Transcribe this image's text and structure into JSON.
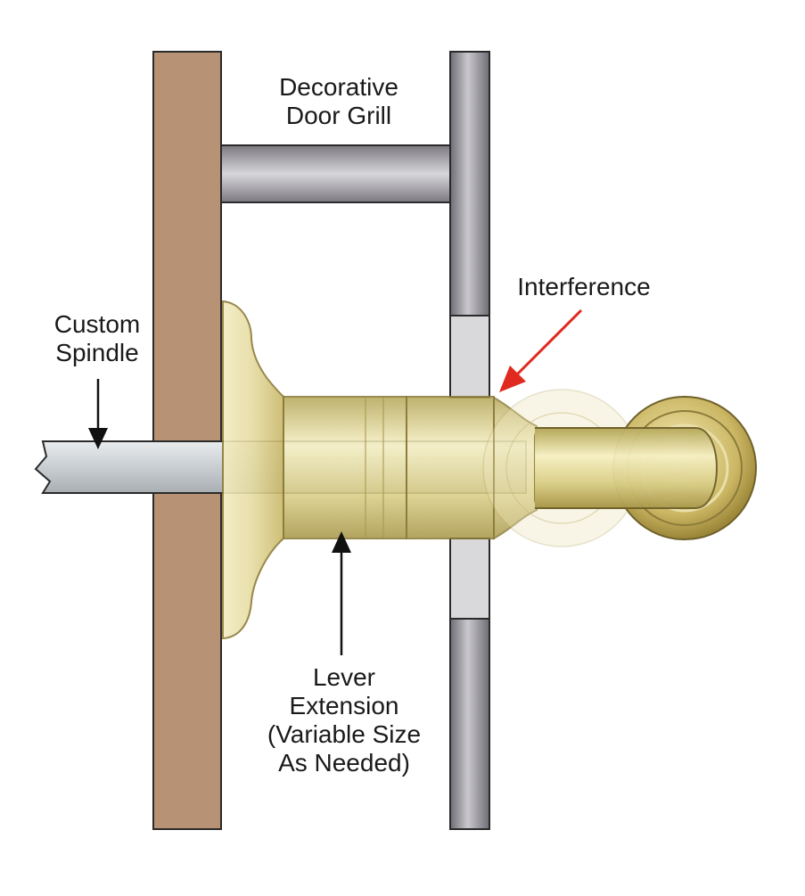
{
  "labels": {
    "grill": [
      "Decorative",
      "Door Grill"
    ],
    "interference": "Interference",
    "spindle": [
      "Custom",
      "Spindle"
    ],
    "extension": [
      "Lever",
      "Extension",
      "(Variable Size",
      "As Needed)"
    ]
  },
  "colors": {
    "door": "#b89275",
    "grill_metal": "#8f8d94",
    "brass": "#d8cb83",
    "spindle": "#cfd3d6",
    "arrow_interference": "#e02a1f",
    "arrow_pointer": "#111111"
  }
}
